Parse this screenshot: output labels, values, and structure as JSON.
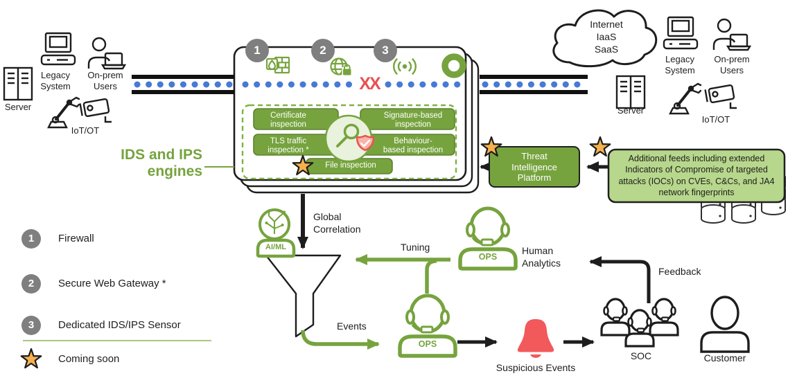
{
  "endpoints": {
    "server": "Server",
    "legacy": "Legacy\nSystem",
    "onprem": "On-prem\nUsers",
    "iot": "IoT/OT"
  },
  "cloud_text": "Internet\nIaaS\nSaaS",
  "engine": {
    "label": "IDS and IPS\nengines",
    "markers": [
      "1",
      "2",
      "3"
    ],
    "blocked_marks": "XX",
    "inspections": {
      "certificate": "Certificate\ninspection",
      "signature": "Signature-based\ninspection",
      "tls": "TLS traffic\ninspection *",
      "behaviour": "Behaviour-\nbased inspection",
      "file": "File inspection"
    }
  },
  "threat_intel": "Threat\nIntelligence\nPlatform",
  "feeds_text": "Additional feeds including extended Indicators of Compromise of targeted attacks (IOCs) on CVEs,  C&Cs, and JA4 network fingerprints",
  "flow": {
    "global_correlation": "Global\nCorrelation",
    "aiml": "AI/ML",
    "tuning": "Tuning",
    "events": "Events",
    "ops": "OPS",
    "human_analytics": "Human\nAnalytics",
    "feedback": "Feedback",
    "suspicious_events": "Suspicious Events",
    "soc": "SOC",
    "customer": "Customer"
  },
  "legend": {
    "items": [
      {
        "num": "1",
        "label": "Firewall"
      },
      {
        "num": "2",
        "label": "Secure Web Gateway *"
      },
      {
        "num": "3",
        "label": "Dedicated IDS/IPS Sensor"
      }
    ],
    "coming_soon": "Coming soon"
  },
  "colors": {
    "green": "#76A33E",
    "green_border": "#5D8230",
    "green_light": "#B7D78C",
    "green_pale": "#E9F2DC",
    "gray_badge": "#7F7F7F",
    "blue_dot": "#4779D6",
    "red_alert": "#F2595B",
    "red_x": "#E94F4F",
    "star_fill": "#F5B14E"
  }
}
